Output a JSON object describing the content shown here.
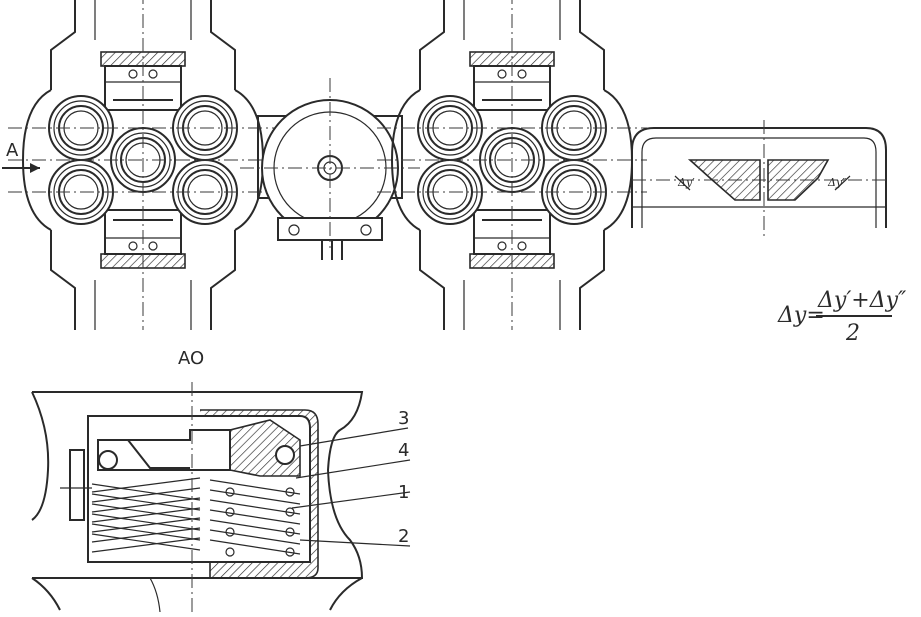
{
  "labels": {
    "view_arrow": "A",
    "section_title": "AO",
    "callout_3": "3",
    "callout_4": "4",
    "callout_1": "1",
    "callout_2": "2"
  },
  "formula": {
    "lhs": "Δy=",
    "numerator": "Δy′+Δy″",
    "denominator": "2"
  },
  "inset_marks": {
    "left": "Δy′",
    "right": "Δy″"
  }
}
